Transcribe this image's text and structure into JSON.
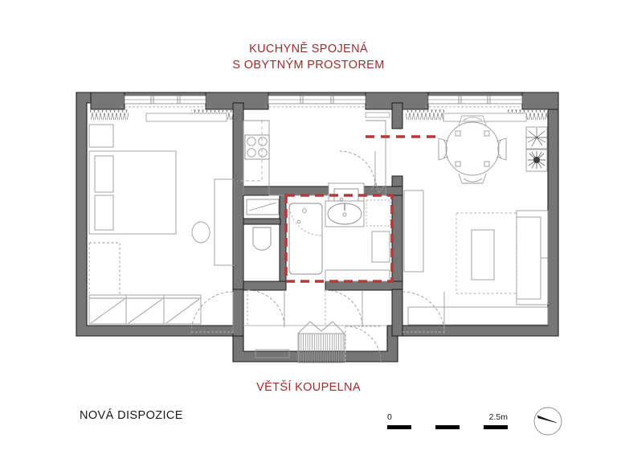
{
  "document": {
    "kind": "architectural-floor-plan",
    "title": "NOVÁ DISPOZICE"
  },
  "annotations": {
    "kitchen_note_line1": "KUCHYNĚ SPOJENÁ",
    "kitchen_note_line2": "S OBYTNÝM PROSTOREM",
    "bathroom_note": "VĚTŠÍ KOUPELNA",
    "accent_color": "#9E2B2B"
  },
  "scale_bar": {
    "min_label": "0",
    "max_label": "2.5m",
    "segments": 5
  },
  "compass": {
    "name": "north-arrow"
  },
  "colors": {
    "wall_fill": "#767676",
    "wall_stroke": "#1c1c1c",
    "furniture_stroke": "#9a9a9a",
    "fixture_stroke": "#8c8c8c",
    "accent_red": "#B23A3A",
    "text_black": "#1a1a1a"
  },
  "rooms": [
    {
      "name": "bedroom",
      "label": ""
    },
    {
      "name": "kitchen",
      "label": ""
    },
    {
      "name": "living-room",
      "label": ""
    },
    {
      "name": "bathroom",
      "label": ""
    },
    {
      "name": "wc",
      "label": ""
    },
    {
      "name": "hallway",
      "label": ""
    }
  ]
}
